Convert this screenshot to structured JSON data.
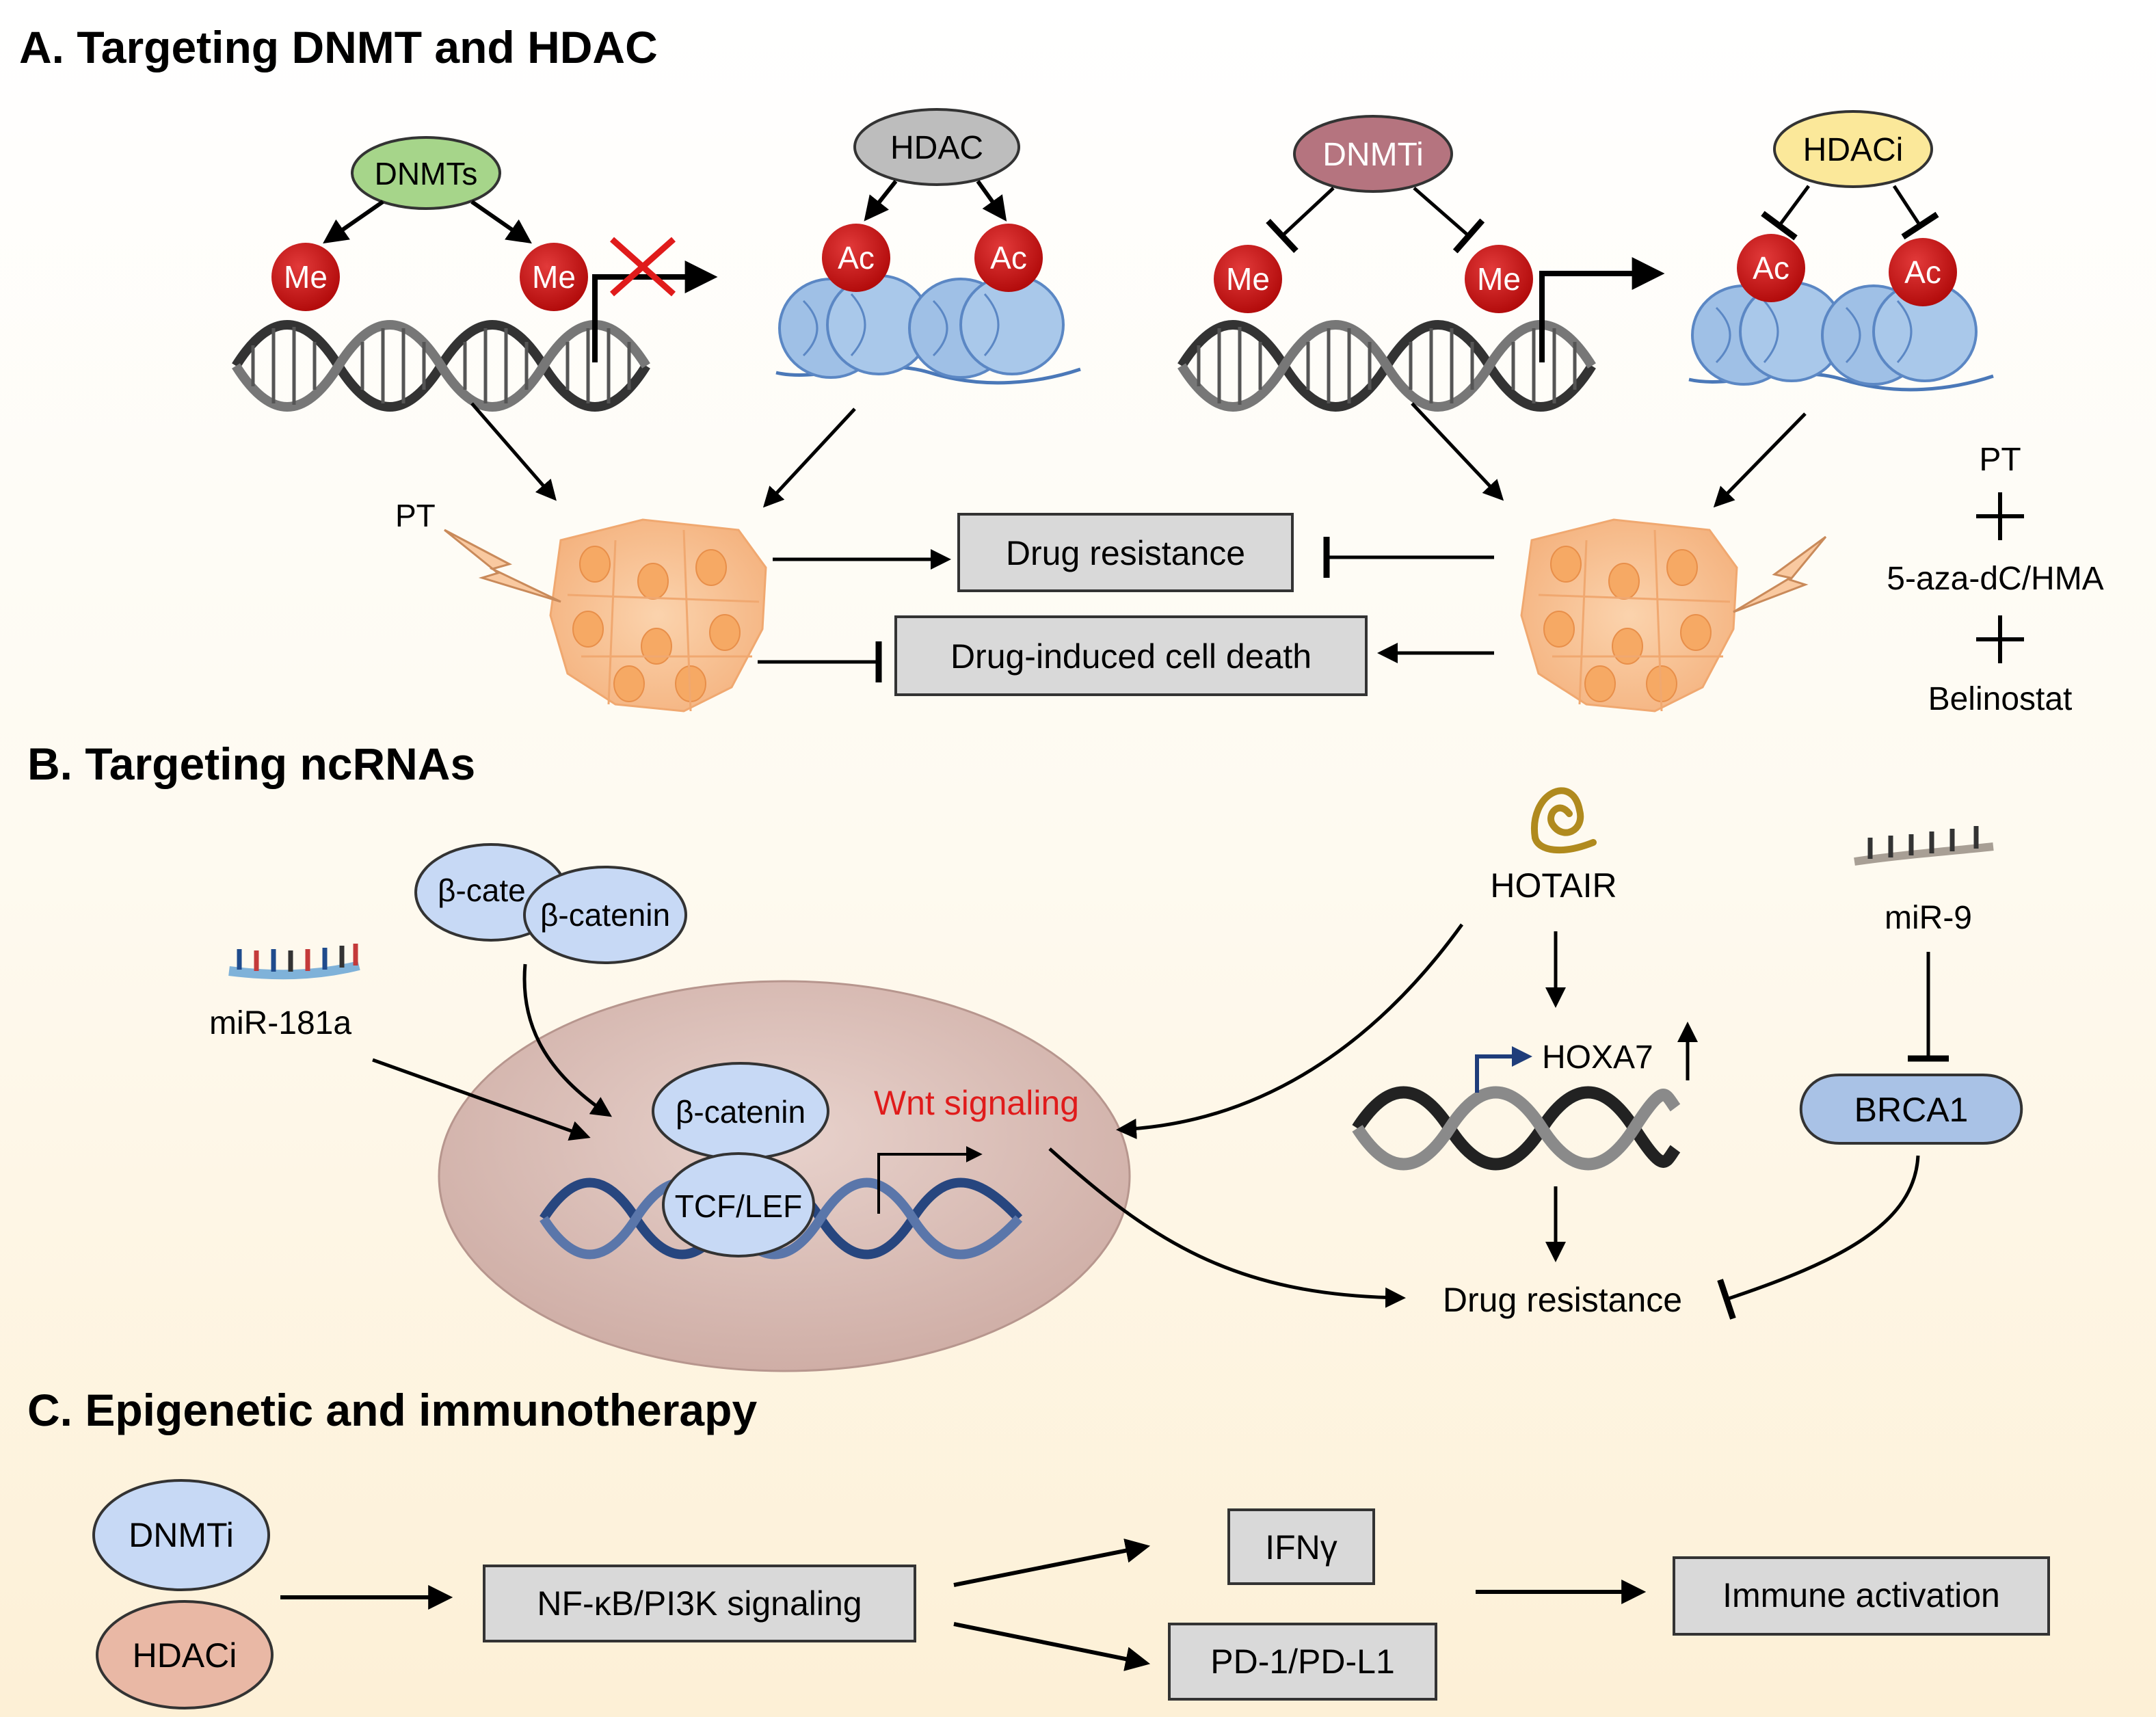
{
  "sections": {
    "a_title": "A. Targeting DNMT and HDAC",
    "b_title": "B. Targeting ncRNAs",
    "c_title": "C. Epigenetic and immunotherapy"
  },
  "panel_a": {
    "dnmts": "DNMTs",
    "hdac": "HDAC",
    "dnmti": "DNMTi",
    "hdaci": "HDACi",
    "me": "Me",
    "ac": "Ac",
    "pt": "PT",
    "drug_resistance": "Drug resistance",
    "drug_induced_cell_death": "Drug-induced cell death",
    "combo_pt": "PT",
    "combo_aza": "5-aza-dC/HMA",
    "combo_belinostat": "Belinostat"
  },
  "panel_b": {
    "beta_catenin_back": "β-cate",
    "beta_catenin_front": "β-catenin",
    "beta_catenin_nucleus": "β-catenin",
    "tcf_lef": "TCF/LEF",
    "mir181a": "miR-181a",
    "wnt_signaling": "Wnt signaling",
    "hotair": "HOTAIR",
    "hoxa7": "HOXA7",
    "mir9": "miR-9",
    "brca1": "BRCA1",
    "drug_resistance": "Drug resistance"
  },
  "panel_c": {
    "dnmti": "DNMTi",
    "hdaci": "HDACi",
    "nfkb": "NF-κB/PI3K signaling",
    "ifng": "IFNγ",
    "pd1": "PD-1/PD-L1",
    "immune": "Immune activation"
  },
  "colors": {
    "background_top": "#ffffff",
    "background_bottom": "#fdf0d6",
    "dnmts_fill": "#a6d58a",
    "hdac_fill": "#bdbdbd",
    "dnmti_fill": "#b5747f",
    "hdaci_fill": "#fbe89a",
    "mark_red": "#cc1010",
    "box_gray": "#d9d9d9",
    "nucleosome_blue": "#9fc0e6",
    "cell_orange": "#f7c08f",
    "bolt_fill": "#f9c9a0",
    "wnt_red": "#e01b1b",
    "catenin_blue": "#c7d9f5",
    "brca1_blue": "#a9c2e6",
    "nucleus_fill": "#d9bdb5",
    "hotair_gold": "#b08a1e",
    "hdaci_c_fill": "#e9b8a5"
  }
}
